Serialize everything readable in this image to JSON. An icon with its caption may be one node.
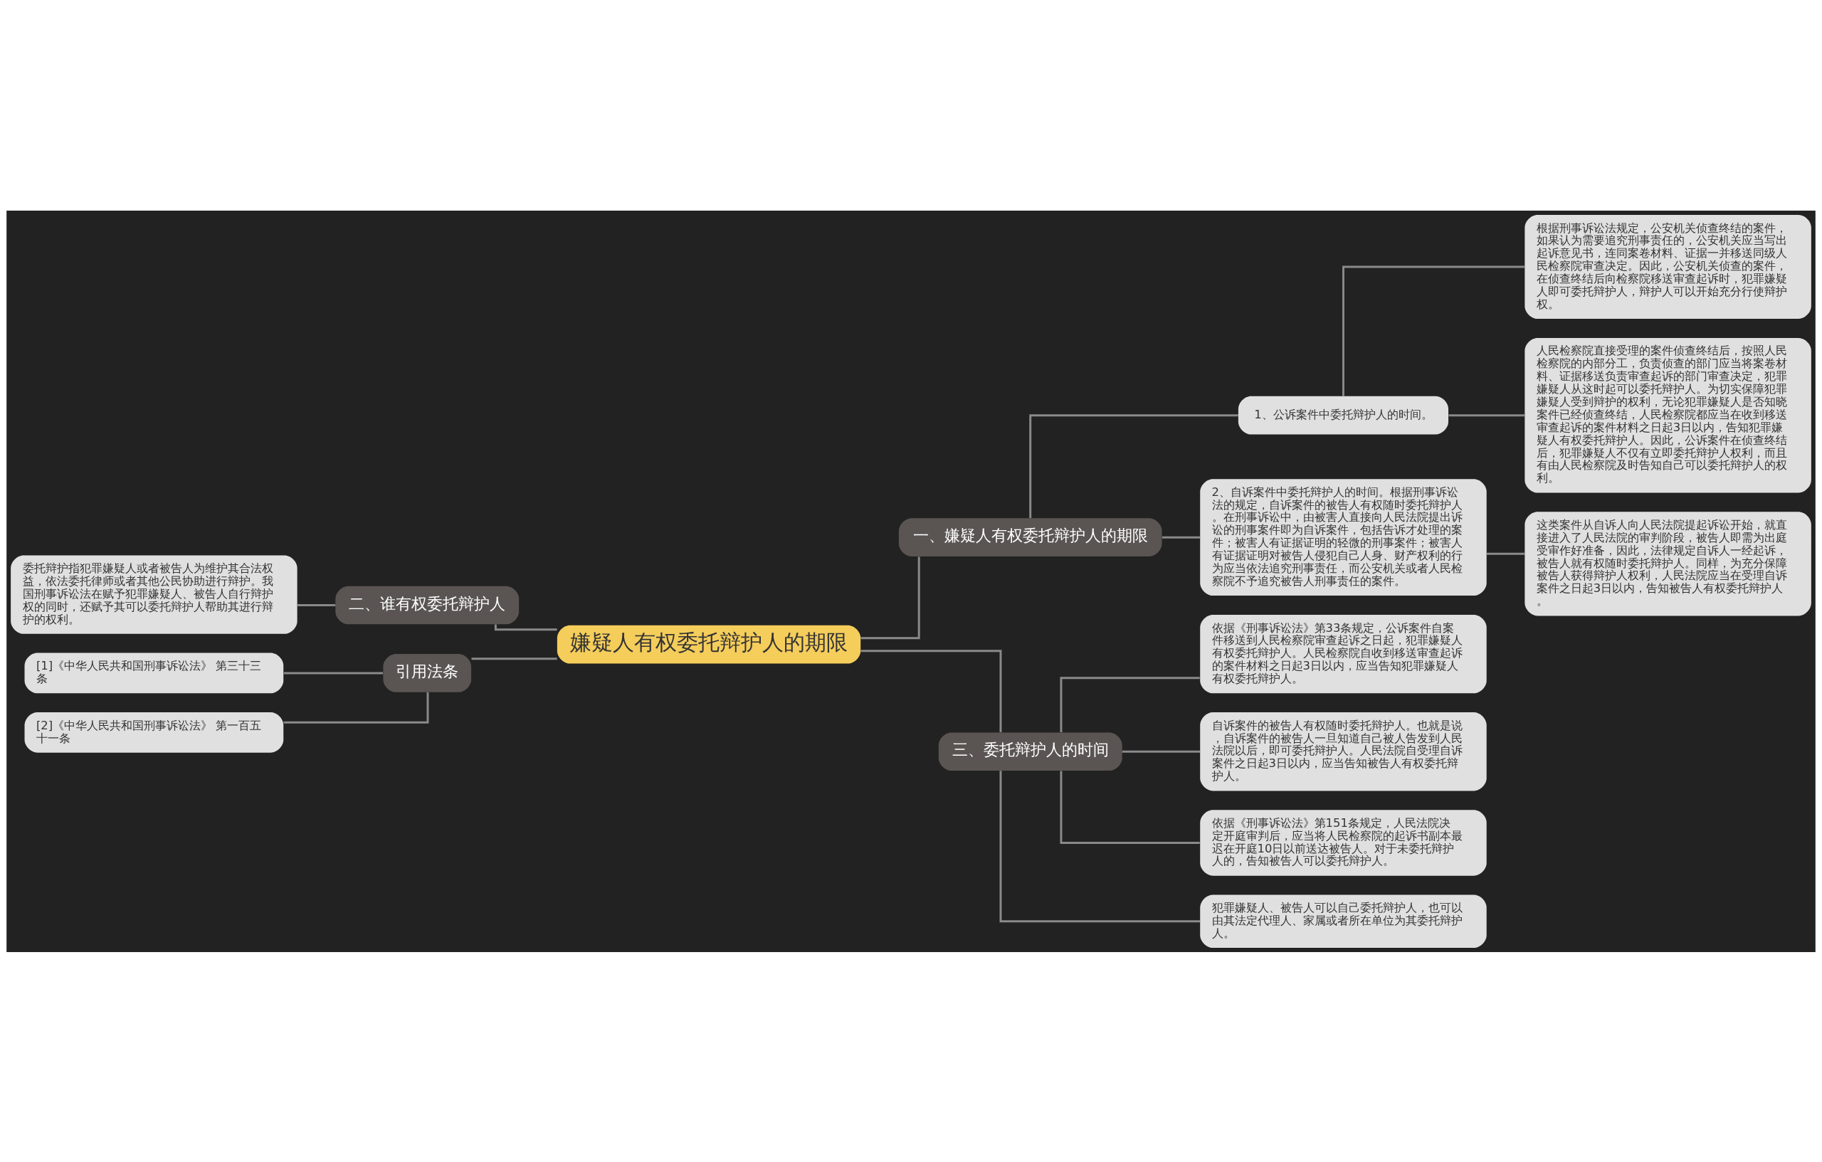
{
  "diagram": {
    "nodes": [
      {
        "text": [
          "嫌疑人有权委托辩护人的期限"
        ]
      },
      {
        "text": [
          "一、嫌疑人有权委托辩护人的期限"
        ]
      },
      {
        "text": [
          "1、公诉案件中委托辩护人的时间。"
        ]
      },
      {
        "text": [
          "根据刑事诉讼法规定，公安机关侦查终结的案件，如果认为需要追究刑事责任的，公安机关应当写出起诉意见书，连同案卷材料、证据一并移送同级人民检察院审查决定。因此，公安机关侦查的案件，在侦查终结后向检察院移送审查起诉时，犯罪嫌疑人即可委托辩护人，辩护人可以开始充分行使辩护权。"
        ]
      },
      {
        "text": [
          "人民检察院直接受理的案件侦查终结后，按照人民检察院的内部分工，负责侦查的部门应当将案卷材料、证据移送负责审查起诉的部门审查决定，犯罪嫌疑人从这时起可以委托辩护人。为切实保障犯罪嫌疑人受到辩护的权利，无论犯罪嫌疑人是否知晓案件已经侦查终结，人民检察院都应当在收到移送审查起诉的案件材料之日起3日以内，告知犯罪嫌疑人有权委托辩护人。因此，公诉案件在侦查终结后，犯罪嫌疑人不仅有立即委托辩护人权利，而且有由人民检察院及时告知自己可以委托辩护人的权利。"
        ]
      },
      {
        "text": [
          "2、自诉案件中委托辩护人的时间。根据刑事诉讼法的规定，自诉案件的被告人有权随时委托辩护人。在刑事诉讼中，由被害人直接向人民法院提出诉讼的刑事案件即为自诉案件，包括告诉才处理的案件；被害人有证据证明的轻微的刑事案件；被害人有证据证明对被告人侵犯自己人身、财产权利的行为应当依法追究刑事责任，而公安机关或者人民检察院不予追究被告人刑事责任的案件。"
        ]
      },
      {
        "text": [
          "这类案件从自诉人向人民法院提起诉讼开始，就直接进入了人民法院的审判阶段，被告人即需为出庭受审作好准备，因此，法律规定自诉人一经起诉，被告人就有权随时委托辩护人。同样，为充分保障被告人获得辩护人权利，人民法院应当在受理自诉案件之日起3日以内，告知被告人有权委托辩护人。"
        ]
      },
      {
        "text": [
          "三、委托辩护人的时间"
        ]
      },
      {
        "text": [
          "依据《刑事诉讼法》第33条规定，公诉案件自案件移送到人民检察院审查起诉之日起，犯罪嫌疑人有权委托辩护人。人民检察院自收到移送审查起诉的案件材料之日起3日以内，应当告知犯罪嫌疑人有权委托辩护人。"
        ]
      },
      {
        "text": [
          "自诉案件的被告人有权随时委托辩护人。也就是说，自诉案件的被告人一旦知道自己被人告发到人民法院以后，即可委托辩护人。人民法院自受理自诉案件之日起3日以内，应当告知被告人有权委托辩护人。"
        ]
      },
      {
        "text": [
          "依据《刑事诉讼法》第151条规定，人民法院决定开庭审判后，应当将人民检察院的起诉书副本最迟在开庭10日以前送达被告人。对于未委托辩护人的，告知被告人可以委托辩护人。"
        ]
      },
      {
        "text": [
          "犯罪嫌疑人、被告人可以自己委托辩护人，也可以由其法定代理人、家属或者所在单位为其委托辩护人。"
        ]
      },
      {
        "text": [
          "二、谁有权委托辩护人"
        ]
      },
      {
        "text": [
          "委托辩护指犯罪嫌疑人或者被告人为维护其合法权益，依法委托律师或者其他公民协助进行辩护。我国刑事诉讼法在赋予犯罪嫌疑人、被告人自行辩护权的同时，还赋予其可以委托辩护人帮助其进行辩护的权利。"
        ]
      },
      {
        "text": [
          "引用法条"
        ]
      },
      {
        "text": [
          "[1]《中华人民共和国刑事诉讼法》 第三十三条"
        ]
      },
      {
        "text": [
          "[2]《中华人民共和国刑事诉讼法》 第一百五十一条"
        ]
      }
    ],
    "edges": [
      {
        "from": 0,
        "to": 1,
        "arrow": "none"
      },
      {
        "from": 1,
        "to": 2,
        "arrow": "none"
      },
      {
        "from": 2,
        "to": 3,
        "arrow": "none"
      },
      {
        "from": 2,
        "to": 4,
        "arrow": "none"
      },
      {
        "from": 1,
        "to": 5,
        "arrow": "none"
      },
      {
        "from": 5,
        "to": 6,
        "arrow": "none"
      },
      {
        "from": 0,
        "to": 7,
        "arrow": "none"
      },
      {
        "from": 7,
        "to": 8,
        "arrow": "none"
      },
      {
        "from": 7,
        "to": 9,
        "arrow": "none"
      },
      {
        "from": 7,
        "to": 10,
        "arrow": "none"
      },
      {
        "from": 7,
        "to": 11,
        "arrow": "none"
      },
      {
        "from": 0,
        "to": 12,
        "arrow": "none"
      },
      {
        "from": 12,
        "to": 13,
        "arrow": "none"
      },
      {
        "from": 0,
        "to": 14,
        "arrow": "none"
      },
      {
        "from": 14,
        "to": 15,
        "arrow": "none"
      },
      {
        "from": 14,
        "to": 16,
        "arrow": "none"
      }
    ]
  }
}
